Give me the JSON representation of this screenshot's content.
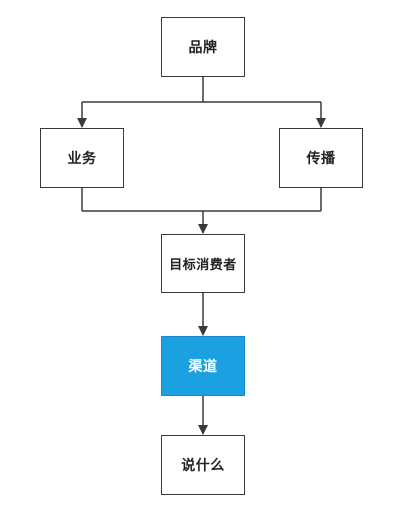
{
  "diagram": {
    "nodes": {
      "brand": {
        "label": "品牌"
      },
      "business": {
        "label": "业务"
      },
      "spread": {
        "label": "传播"
      },
      "target": {
        "label": "目标消费者"
      },
      "channel": {
        "label": "渠道",
        "fill": "#1ba1e2"
      },
      "message": {
        "label": "说什么"
      }
    },
    "edges": [
      {
        "from": "品牌",
        "to": "业务"
      },
      {
        "from": "品牌",
        "to": "传播"
      },
      {
        "from": "业务",
        "to": "目标消费者"
      },
      {
        "from": "传播",
        "to": "目标消费者"
      },
      {
        "from": "目标消费者",
        "to": "渠道"
      },
      {
        "from": "渠道",
        "to": "说什么"
      }
    ],
    "colors": {
      "line": "#3a3a3a",
      "highlight": "#1ba1e2"
    }
  }
}
